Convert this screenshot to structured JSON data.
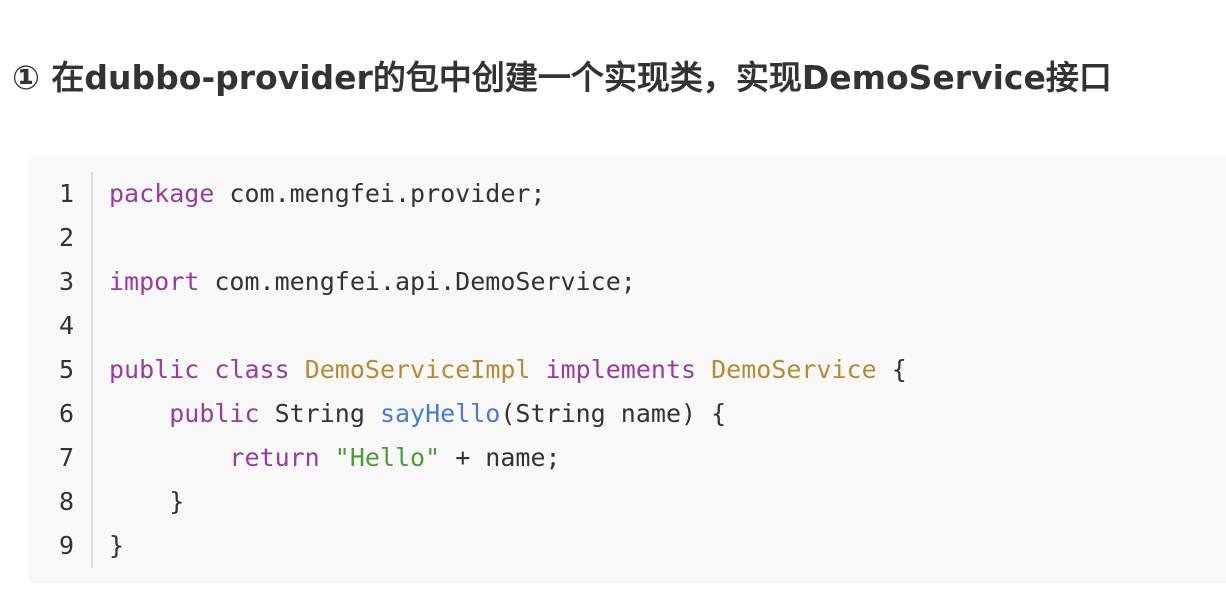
{
  "heading": "① 在dubbo-provider的包中创建一个实现类，实现DemoService接口",
  "code": {
    "line_numbers": [
      "1",
      "2",
      "3",
      "4",
      "5",
      "6",
      "7",
      "8",
      "9"
    ],
    "lines": [
      [
        {
          "t": "kw",
          "v": "package"
        },
        {
          "t": "plain",
          "v": " com.mengfei.provider;"
        }
      ],
      [],
      [
        {
          "t": "kw",
          "v": "import"
        },
        {
          "t": "plain",
          "v": " com.mengfei.api.DemoService;"
        }
      ],
      [],
      [
        {
          "t": "kw",
          "v": "public"
        },
        {
          "t": "plain",
          "v": " "
        },
        {
          "t": "kw",
          "v": "class"
        },
        {
          "t": "plain",
          "v": " "
        },
        {
          "t": "cls",
          "v": "DemoServiceImpl"
        },
        {
          "t": "plain",
          "v": " "
        },
        {
          "t": "kw",
          "v": "implements"
        },
        {
          "t": "plain",
          "v": " "
        },
        {
          "t": "cls",
          "v": "DemoService"
        },
        {
          "t": "plain",
          "v": " {"
        }
      ],
      [
        {
          "t": "plain",
          "v": "    "
        },
        {
          "t": "kw",
          "v": "public"
        },
        {
          "t": "plain",
          "v": " String "
        },
        {
          "t": "fn",
          "v": "sayHello"
        },
        {
          "t": "plain",
          "v": "(String name) {"
        }
      ],
      [
        {
          "t": "plain",
          "v": "        "
        },
        {
          "t": "kw",
          "v": "return"
        },
        {
          "t": "plain",
          "v": " "
        },
        {
          "t": "str",
          "v": "\"Hello\""
        },
        {
          "t": "plain",
          "v": " + name;"
        }
      ],
      [
        {
          "t": "plain",
          "v": "    }"
        }
      ],
      [
        {
          "t": "plain",
          "v": "}"
        }
      ]
    ]
  },
  "colors": {
    "keyword": "#9a3c9f",
    "class_name": "#b88a34",
    "function": "#4a7cc9",
    "string": "#4e9a3a",
    "text": "#333333",
    "code_background": "#f8f8f8"
  }
}
